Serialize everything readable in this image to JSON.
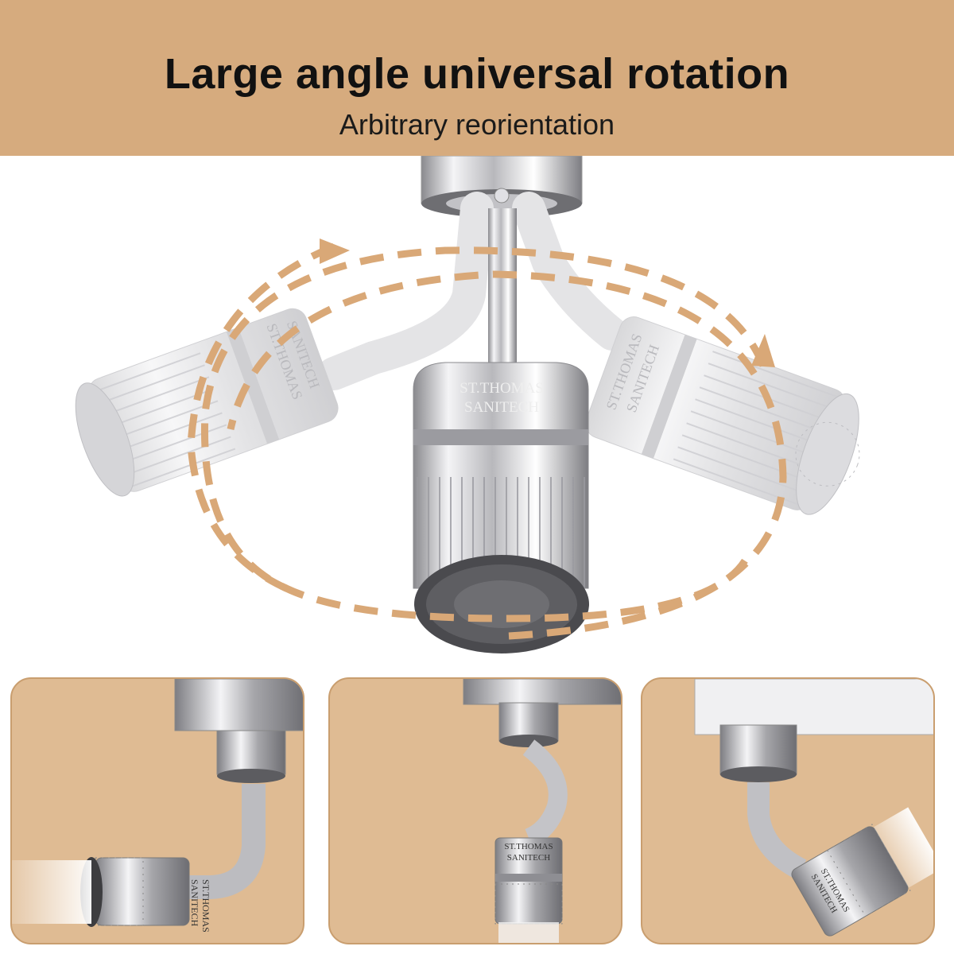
{
  "header": {
    "title": "Large angle universal rotation",
    "subtitle": "Arbitrary reorientation"
  },
  "hero": {
    "brand_line1": "ST.THOMAS",
    "brand_line2": "SANITECH",
    "arrow_color": "#d9a877"
  },
  "panels": [
    {
      "brand_line1": "ST.THOMAS",
      "brand_line2": "SANITECH"
    },
    {
      "brand_line1": "ST.THOMAS",
      "brand_line2": "SANITECH"
    },
    {
      "brand_line1": "ST.THOMAS",
      "brand_line2": "SANITECH"
    }
  ],
  "colors": {
    "banner": "#d6ab7e",
    "panel_bg": "#dfbb93",
    "panel_border": "#c99e6f",
    "chrome": "#c9c9cc"
  }
}
